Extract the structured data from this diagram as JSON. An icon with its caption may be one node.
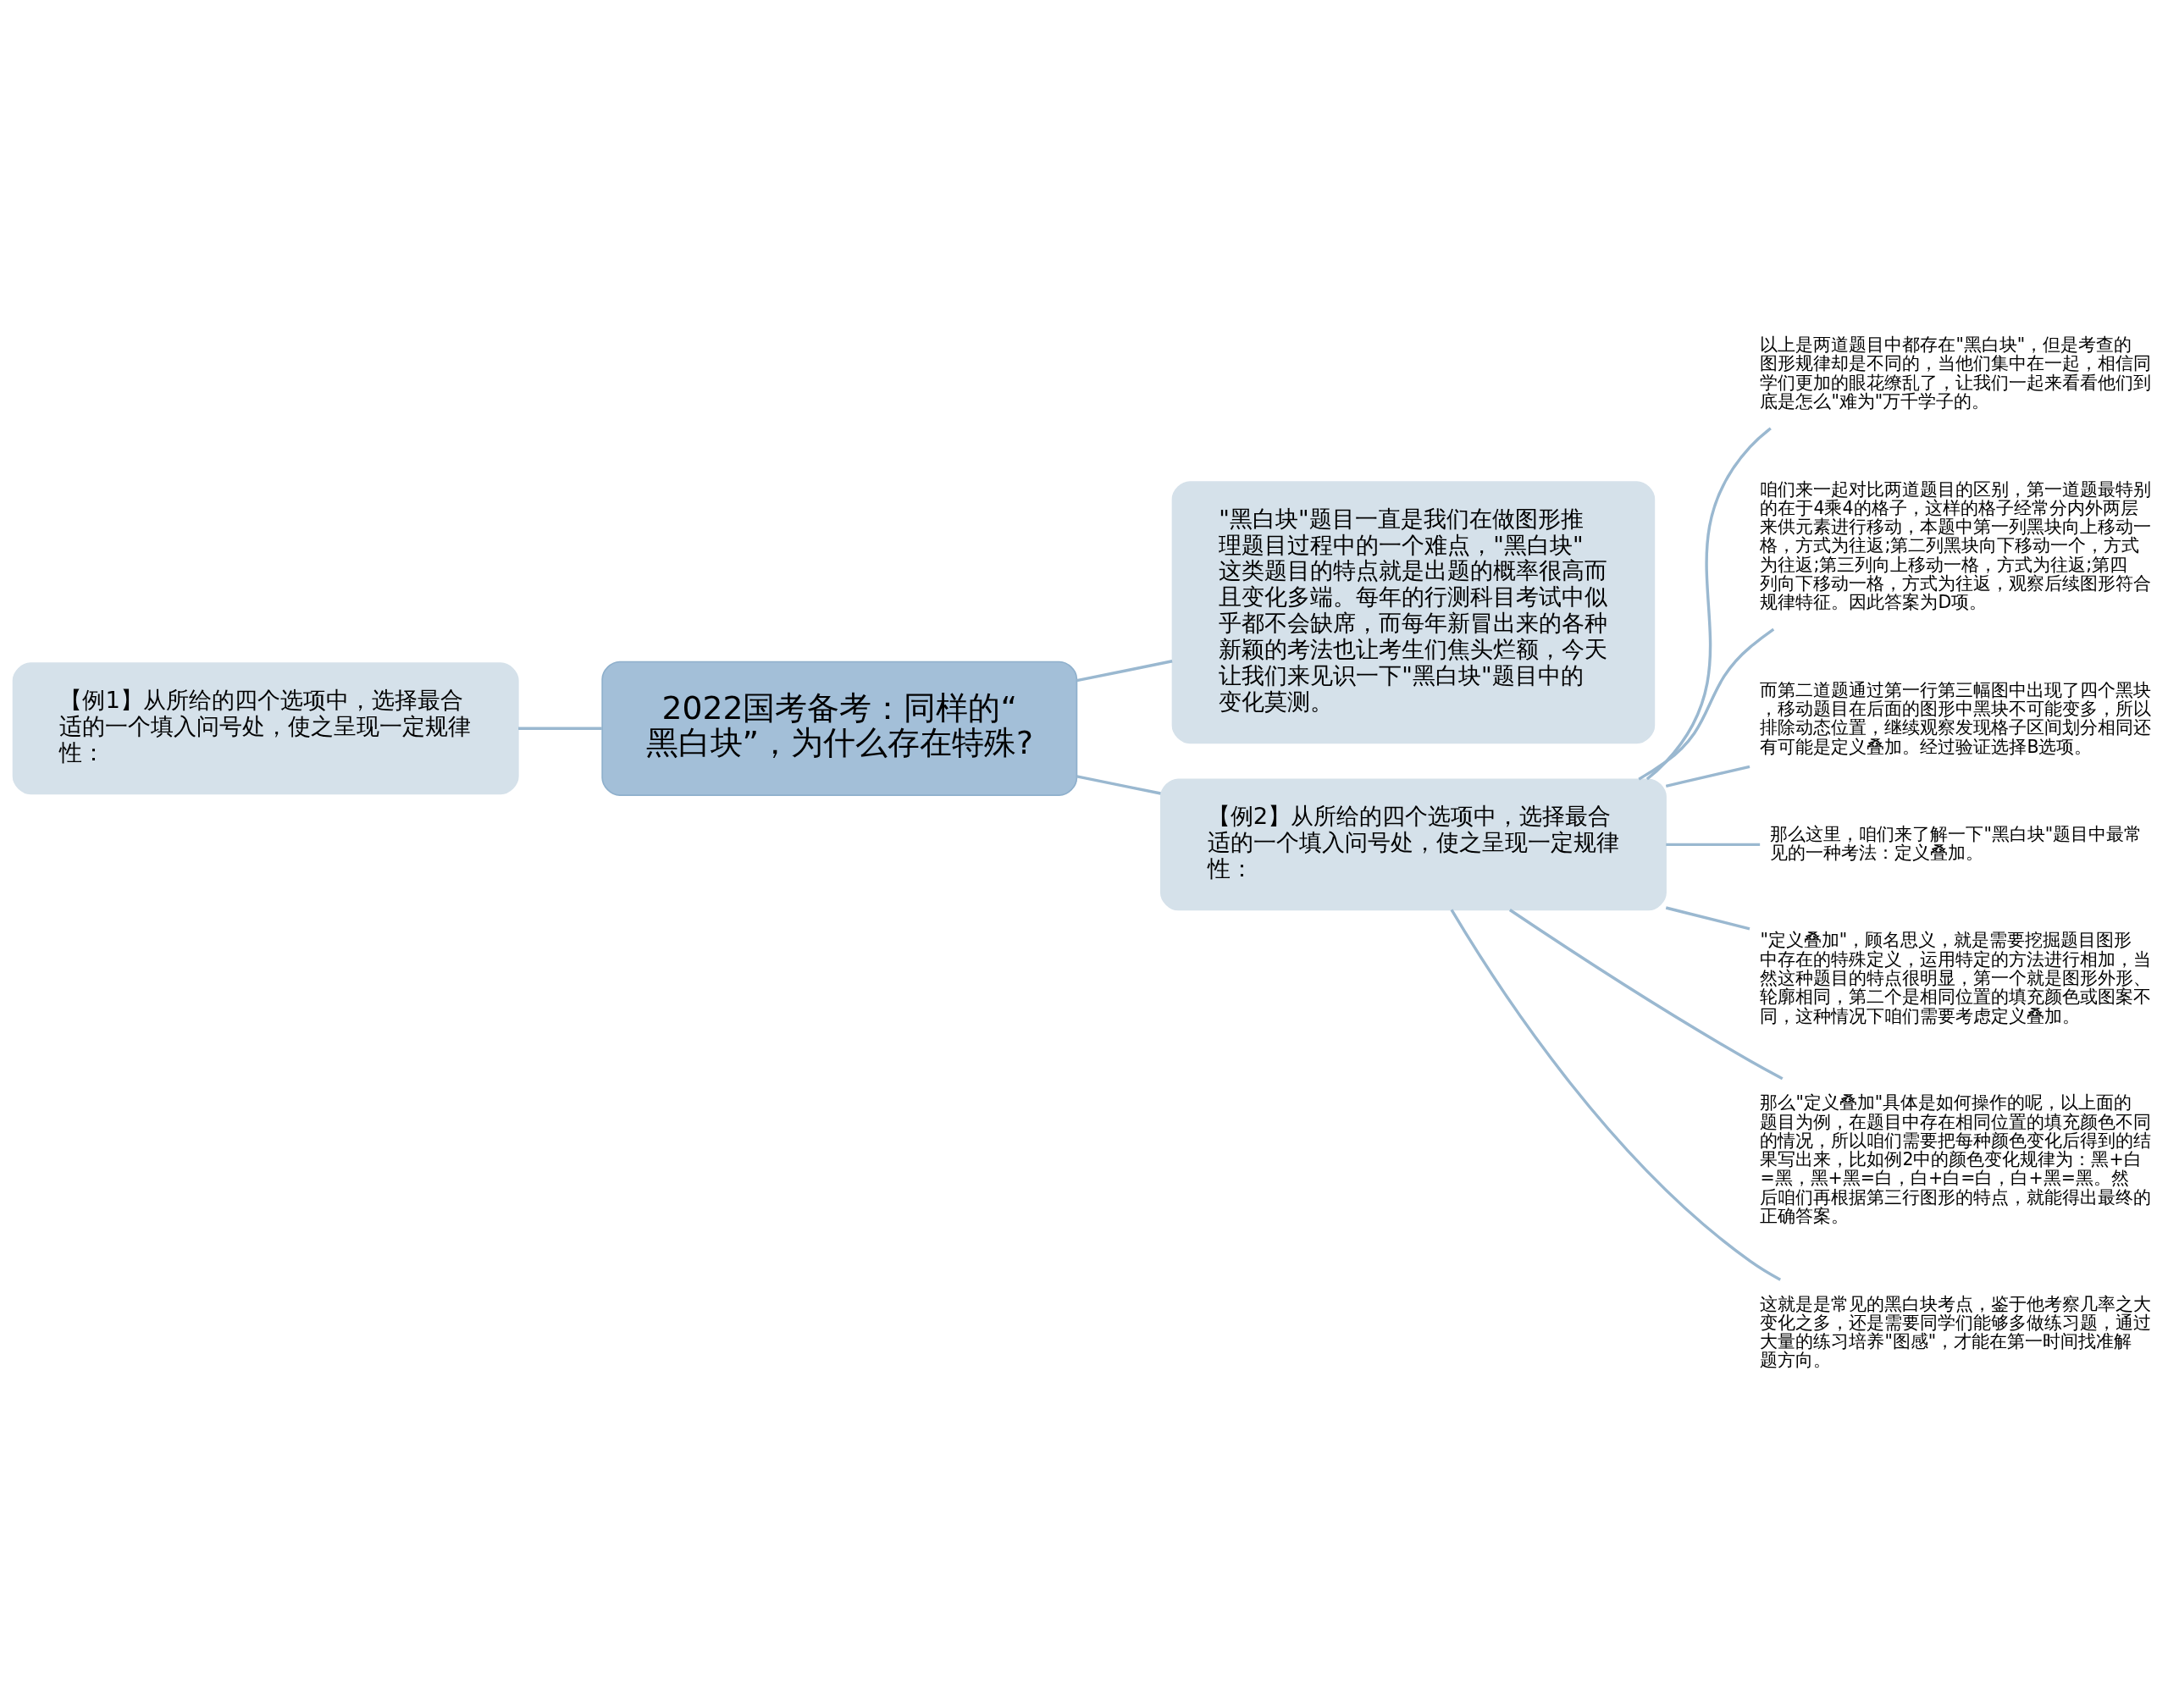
{
  "diagram": {
    "nodes": [
      {
        "text": [
          "2022国考备考：同样的“黑白块”，为什么存在特殊?"
        ]
      },
      {
        "text": [
          "\"黑白块\"题目一直是我们在做图形推理题目过程中的一个难点，\"黑白块\"这类题目的特点就是出题的概率很高而且变化多端。每年的行测科目考试中似乎都不会缺席，而每年新冒出来的各种新颖的考法也让考生们焦头烂额，今天让我们来见识一下\"黑白块\"题目中的变化莫测。"
        ]
      },
      {
        "text": [
          "【例1】从所给的四个选项中，选择最合适的一个填入问号处，使之呈现一定规律性："
        ]
      },
      {
        "text": [
          "【例2】从所给的四个选项中，选择最合适的一个填入问号处，使之呈现一定规律性："
        ]
      },
      {
        "text": [
          "以上是两道题目中都存在\"黑白块\"，但是考查的图形规律却是不同的，当他们集中在一起，相信同学们更加的眼花缭乱了，让我们一起来看看他们到底是怎么\"难为\"万千学子的。"
        ]
      },
      {
        "text": [
          "咱们来一起对比两道题目的区别，第一道题最特别的在于4乘4的格子，这样的格子经常分内外两层来供元素进行移动，本题中第一列黑块向上移动一格，方式为往返;第二列黑块向下移动一个，方式为往返;第三列向上移动一格，方式为往返;第四列向下移动一格，方式为往返，观察后续图形符合规律特征。因此答案为D项。"
        ]
      },
      {
        "text": [
          "而第二道题通过第一行第三幅图中出现了四个黑块，移动题目在后面的图形中黑块不可能变多，所以排除动态位置，继续观察发现格子区间划分相同还有可能是定义叠加。经过验证选择B选项。"
        ]
      },
      {
        "text": [
          "那么这里，咱们来了解一下\"黑白块\"题目中最常见的一种考法：定义叠加。"
        ]
      },
      {
        "text": [
          "\"定义叠加\"，顾名思义，就是需要挖掘题目图形中存在的特殊定义，运用特定的方法进行相加，当然这种题目的特点很明显，第一个就是图形外形、轮廓相同，第二个是相同位置的填充颜色或图案不同，这种情况下咱们需要考虑定义叠加。"
        ]
      },
      {
        "text": [
          "那么\"定义叠加\"具体是如何操作的呢，以上面的题目为例，在题目中存在相同位置的填充颜色不同的情况，所以咱们需要把每种颜色变化后得到的结果写出来，比如例2中的颜色变化规律为：黑+白=黑，黑+黑=白，白+白=白，白+黑=黑。然后咱们再根据第三行图形的特点，就能得出最终的正确答案。"
        ]
      },
      {
        "text": [
          "这就是是常见的黑白块考点，鉴于他考察几率之大变化之多，还是需要同学们能够多做练习题，通过大量的练习培养\"图感\"，才能在第一时间找准解题方向。"
        ]
      }
    ],
    "edges": [
      {
        "from": 0,
        "to": 1,
        "arrow": "none"
      },
      {
        "from": 0,
        "to": 2,
        "arrow": "none"
      },
      {
        "from": 0,
        "to": 3,
        "arrow": "none"
      },
      {
        "from": 3,
        "to": 4,
        "arrow": "none"
      },
      {
        "from": 3,
        "to": 5,
        "arrow": "none"
      },
      {
        "from": 3,
        "to": 6,
        "arrow": "none"
      },
      {
        "from": 3,
        "to": 7,
        "arrow": "none"
      },
      {
        "from": 3,
        "to": 8,
        "arrow": "none"
      },
      {
        "from": 3,
        "to": 9,
        "arrow": "none"
      },
      {
        "from": 3,
        "to": 10,
        "arrow": "none"
      }
    ]
  }
}
